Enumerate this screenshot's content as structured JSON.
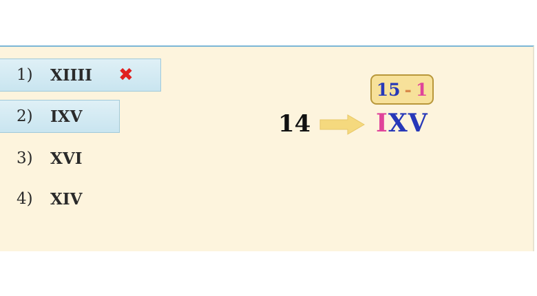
{
  "options": [
    {
      "number": "1)",
      "numeral": "XIIII",
      "mark": "✖"
    },
    {
      "number": "2)",
      "numeral": "IXV"
    },
    {
      "number": "3)",
      "numeral": "XVI"
    },
    {
      "number": "4)",
      "numeral": "XIV"
    }
  ],
  "explanation": {
    "value": "14",
    "box_a": "15",
    "box_op": "-",
    "box_b": "1",
    "result_prefix": "I",
    "result_rest": "XV"
  },
  "colors": {
    "blue": "#2738b8",
    "pink": "#e0449a",
    "wrong": "#e02020"
  }
}
